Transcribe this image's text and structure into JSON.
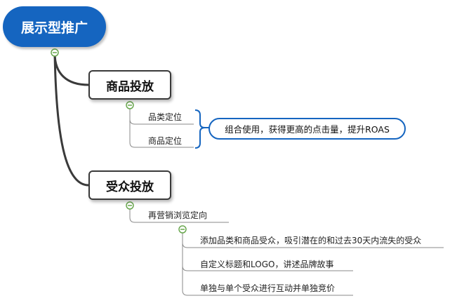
{
  "mindmap": {
    "root": {
      "label": "展示型推广"
    },
    "branches": [
      {
        "label": "商品投放",
        "children": [
          {
            "label": "品类定位"
          },
          {
            "label": "商品定位"
          }
        ],
        "callout": "组合使用，获得更高的点击量，提升ROAS"
      },
      {
        "label": "受众投放",
        "children": [
          {
            "label": "再营销浏览定向",
            "children": [
              {
                "label": "添加品类和商品受众，吸引潜在的和过去30天内流失的受众"
              },
              {
                "label": "自定义标题和LOGO，讲述品牌故事"
              },
              {
                "label": "单独与单个受众进行互动并单独竞价"
              }
            ]
          }
        ]
      }
    ]
  },
  "colors": {
    "root_fill": "#1565c0",
    "callout_border": "#1565c0",
    "brace": "#1565c0",
    "collapse_toggle": "#6aa84f",
    "branch_line": "#3a3a3a",
    "sub_line": "#8a8a8a"
  }
}
